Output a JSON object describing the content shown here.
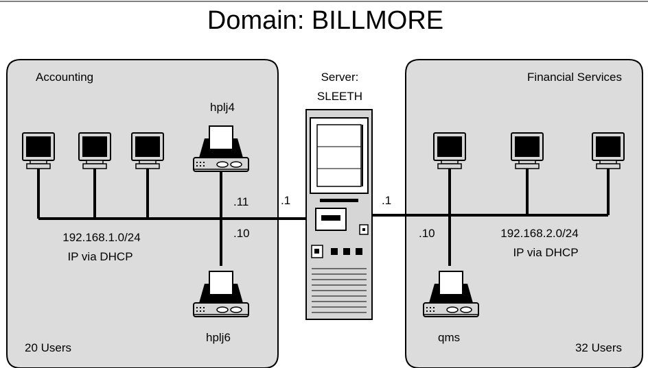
{
  "title": "Domain: BILLMORE",
  "server": {
    "label_line1": "Server:",
    "label_line2": "SLEETH"
  },
  "left_zone": {
    "name": "Accounting",
    "users": "20 Users",
    "subnet": "192.168.1.0/24",
    "addressing": "IP via DHCP",
    "printer_top": "hplj4",
    "printer_bottom": "hplj6",
    "printer_top_ip": ".11",
    "printer_bottom_ip": ".10",
    "server_ip": ".1"
  },
  "right_zone": {
    "name": "Financial Services",
    "users": "32 Users",
    "subnet": "192.168.2.0/24",
    "addressing": "IP via DHCP",
    "printer": "qms",
    "printer_ip": ".10",
    "server_ip": ".1"
  },
  "colors": {
    "zone_fill": "#dcdcdc",
    "line": "#000000",
    "screen": "#000000"
  },
  "icons": {
    "workstation": "computer-monitor-icon",
    "printer": "printer-icon",
    "server": "server-tower-icon"
  }
}
